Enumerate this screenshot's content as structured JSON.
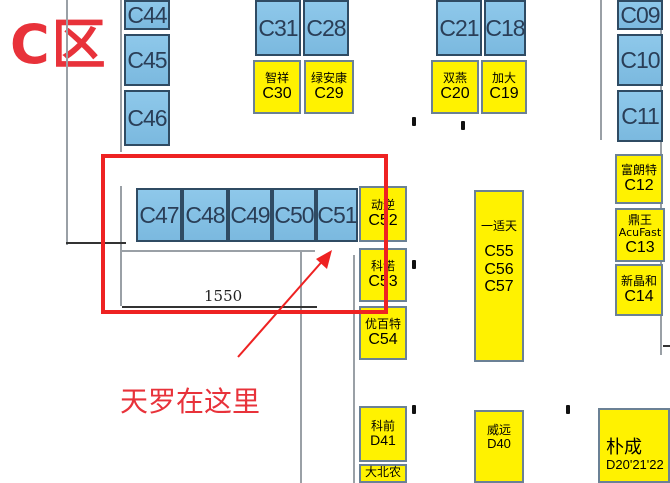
{
  "zone_label": "C区",
  "note_text": "天罗在这里",
  "dimension_label": "1550",
  "blue_booths": {
    "c44": "C44",
    "c45": "C45",
    "c46": "C46",
    "c31": "C31",
    "c28": "C28",
    "c21": "C21",
    "c18": "C18",
    "c09": "C09",
    "c10": "C10",
    "c11": "C11",
    "c47": "C47",
    "c48": "C48",
    "c49": "C49",
    "c50": "C50",
    "c51": "C51"
  },
  "yellow_booths": {
    "c30": {
      "name": "智祥",
      "code": "C30"
    },
    "c29": {
      "name": "绿安康",
      "code": "C29"
    },
    "c20": {
      "name": "双燕",
      "code": "C20"
    },
    "c19": {
      "name": "加大",
      "code": "C19"
    },
    "c52": {
      "name": "动逆",
      "code": "C52"
    },
    "c53": {
      "name": "科诺",
      "code": "C53"
    },
    "c54": {
      "name": "优百特",
      "code": "C54"
    },
    "c55": {
      "name": "一适天",
      "codes": [
        "C55",
        "C56",
        "C57"
      ]
    },
    "c12": {
      "name": "富朗特",
      "code": "C12"
    },
    "c13": {
      "name": "鼎王",
      "sub": "AcuFast",
      "code": "C13"
    },
    "c14": {
      "name": "新晶和",
      "code": "C14"
    },
    "d41": {
      "name": "科前",
      "code": "D41"
    },
    "d40": {
      "name": "威远",
      "code": "D40"
    },
    "d20": {
      "name": "朴成",
      "code": "D20'21'22"
    },
    "d42": {
      "name": "大北农"
    }
  },
  "colors": {
    "accent_red": "#e8323a",
    "booth_blue": "#8ec8ea",
    "booth_yellow": "#fff200"
  }
}
